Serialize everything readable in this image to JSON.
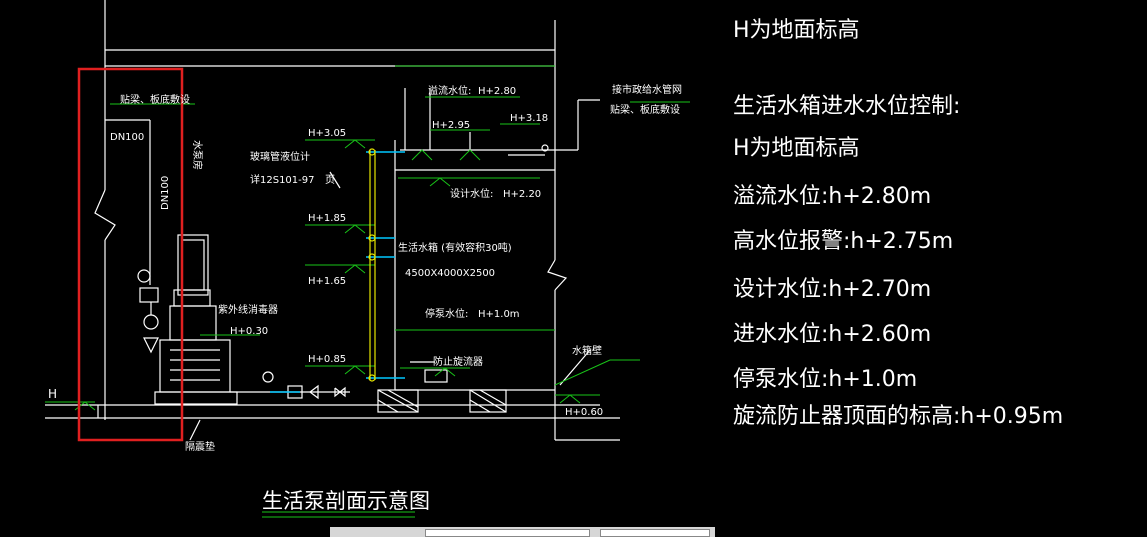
{
  "colors": {
    "background": "#000000",
    "structure": "#ffffff",
    "level_marks": "#19c419",
    "pipe_cyan": "#00c8ff",
    "gauge_yellow": "#e6e600",
    "highlight_box": "#e02020",
    "title_underline": "#19c419"
  },
  "diagram": {
    "title": "生活泵剖面示意图",
    "ground_label": "H",
    "pipe_left_note": "贴梁、板底敷设",
    "pipe_dn_top": "DN100",
    "pipe_dn_vertical": "DN100",
    "pump_room_label": "水泵房",
    "gauge_label": "玻璃管液位计",
    "gauge_ref": "详12S101-97",
    "gauge_suffix": "页",
    "uv_label": "紫外线消毒器",
    "uv_level": "H+0.30",
    "isolation_label": "隔震垫",
    "tank_label": "生活水箱 (有效容积30吨)",
    "tank_size": "4500X4000X2500",
    "overflow_label": "溢流水位:",
    "overflow_value": "H+2.80",
    "level_295": "H+2.95",
    "level_318": "H+3.18",
    "design_label": "设计水位:",
    "design_value": "H+2.20",
    "stop_label": "停泵水位:",
    "stop_value": "H+1.0m",
    "vortex_label": "防止旋流器",
    "wall_label": "水箱壁",
    "base_level": "H+0.60",
    "city_pipe_1": "接市政给水管网",
    "city_pipe_2": "贴梁、板底敷设",
    "gauge_levels": [
      "H+3.05",
      "H+1.85",
      "H+1.65",
      "H+0.85"
    ]
  },
  "notes": [
    "H为地面标高",
    "生活水箱进水水位控制:",
    "H为地面标高",
    "溢流水位:h+2.80m",
    "高水位报警:h+2.75m",
    "设计水位:h+2.70m",
    " 进水水位:h+2.60m",
    "停泵水位:h+1.0m",
    "旋流防止器顶面的标高:h+0.95m"
  ],
  "status_bar": {}
}
